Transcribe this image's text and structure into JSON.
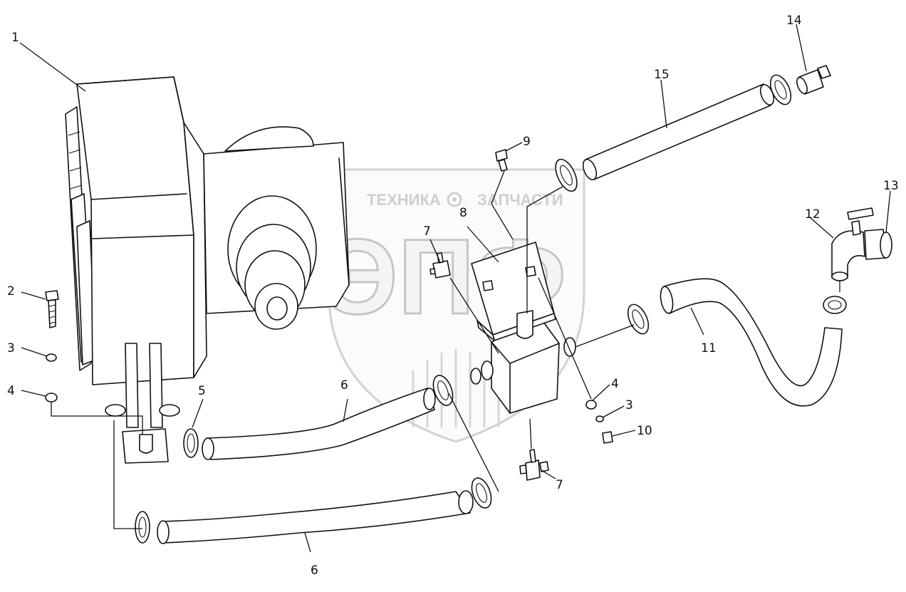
{
  "watermark": {
    "left_word": "ТЕХНИКА",
    "right_word": "ЗАПЧАСТИ",
    "logo_letters": "ЭПФ"
  },
  "callouts": {
    "c1": "1",
    "c2": "2",
    "c3a": "3",
    "c4a": "4",
    "c5": "5",
    "c6a": "6",
    "c6b": "6",
    "c7a": "7",
    "c7b": "7",
    "c8": "8",
    "c9": "9",
    "c4b": "4",
    "c3b": "3",
    "c10": "10",
    "c11": "11",
    "c12": "12",
    "c13": "13",
    "c14": "14",
    "c15": "15"
  }
}
